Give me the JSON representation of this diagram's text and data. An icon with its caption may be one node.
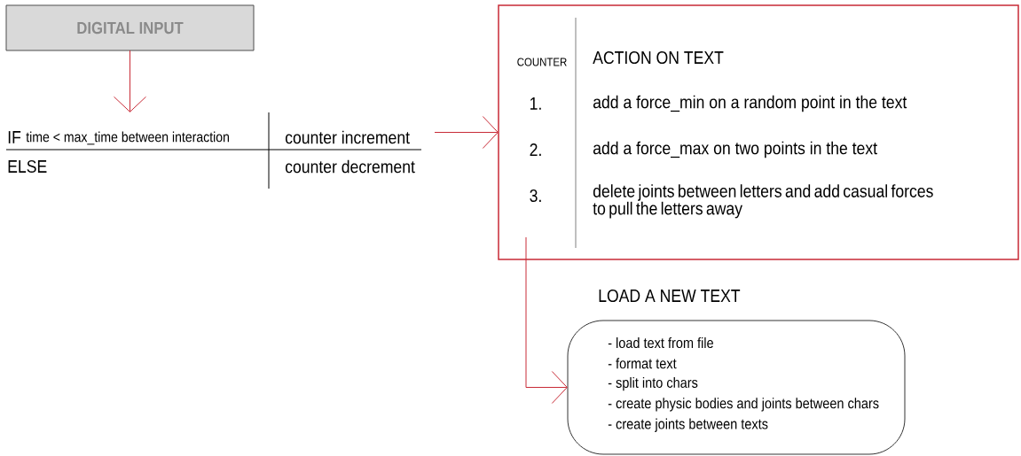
{
  "diagram": {
    "nodes": [
      {
        "text": [
          "DIGITAL INPUT"
        ]
      },
      {
        "text": [
          "IF",
          "time < max_time between interaction",
          "counter increment",
          "ELSE",
          "counter decrement"
        ]
      },
      {
        "text": [
          "COUNTER",
          "ACTION ON TEXT",
          "1.",
          "add a force_min on a random point in the text",
          "2.",
          "add a force_max on two points in the text",
          "3.",
          "delete joints between letters and add casual forces to pull the letters away"
        ]
      },
      {
        "text": [
          "LOAD A NEW TEXT",
          "- load text from file",
          "- format text",
          "- split into chars",
          "- create physic bodies and joints between chars",
          "- create joints between texts"
        ]
      }
    ],
    "edges": [
      {
        "from": 0,
        "to": 1,
        "arrow": "to"
      },
      {
        "from": 1,
        "to": 2,
        "arrow": "to"
      },
      {
        "from": 2,
        "to": 3,
        "arrow": "to"
      }
    ]
  }
}
